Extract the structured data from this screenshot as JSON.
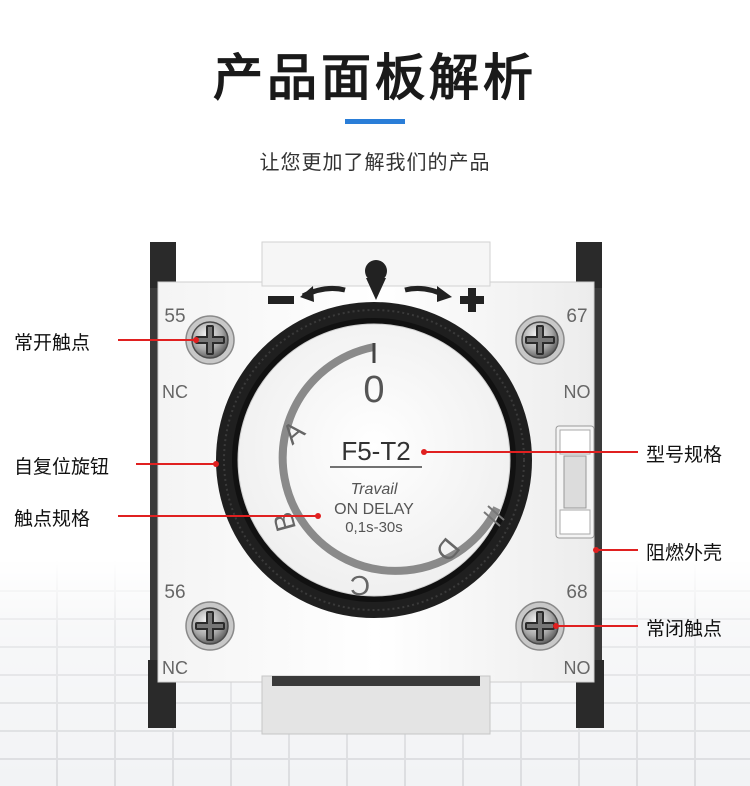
{
  "header": {
    "title": "产品面板解析",
    "subtitle": "让您更加了解我们的产品",
    "accent_color": "#2a7ed8"
  },
  "callouts": {
    "normally_open_contact": "常开触点",
    "reset_knob": "自复位旋钮",
    "contact_spec": "触点规格",
    "model": "型号规格",
    "flame_retardant_shell": "阻燃外壳",
    "normally_closed_contact": "常闭触点",
    "line_color": "#e02020"
  },
  "panel": {
    "terminals": {
      "top_left_number": "55",
      "top_left_type": "NC",
      "top_right_number": "67",
      "top_right_type": "NO",
      "bottom_left_number": "56",
      "bottom_left_type": "NC",
      "bottom_right_number": "68",
      "bottom_right_type": "NO"
    },
    "minus_sign": "–",
    "plus_sign": "+",
    "dial": {
      "mark_0": "0",
      "mark_a": "A",
      "mark_b": "B",
      "mark_c": "C",
      "mark_d": "D",
      "model": "F5-T2",
      "brand": "Travail",
      "mode": "ON DELAY",
      "range": "0,1s-30s"
    }
  }
}
